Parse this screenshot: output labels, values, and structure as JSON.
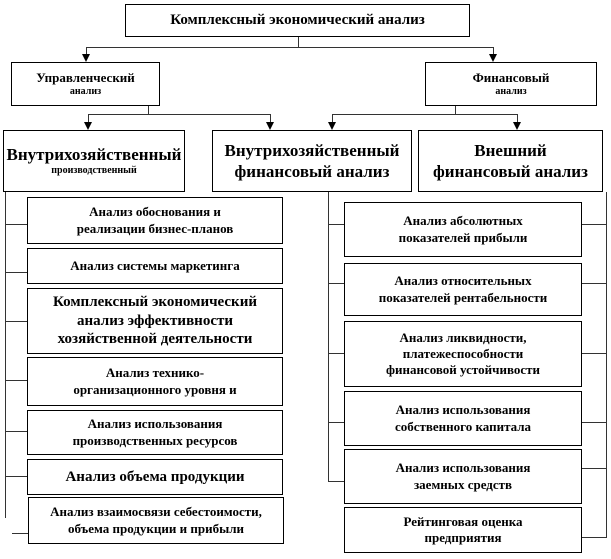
{
  "root": "Комплексный экономический анализ",
  "level1": [
    {
      "line1": "Управленческий",
      "line2": "анализ"
    },
    {
      "line1": "Финансовый",
      "line2": "анализ"
    }
  ],
  "level2": [
    {
      "line1": "Внутрихозяйственный",
      "line2": "производственный"
    },
    {
      "line1": "Внутрихозяйственный",
      "line2": "финансовый анализ"
    },
    {
      "line1": "Внешний",
      "line2": "финансовый анализ"
    }
  ],
  "left_items": [
    [
      "Анализ обоснования и",
      "реализации бизнес-планов"
    ],
    [
      "Анализ системы маркетинга"
    ],
    [
      "Комплексный экономический",
      "анализ эффективности",
      "хозяйственной деятельности"
    ],
    [
      "Анализ технико-",
      "организационного уровня и"
    ],
    [
      "Анализ использования",
      "производственных ресурсов"
    ],
    [
      "Анализ объема продукции"
    ],
    [
      "Анализ взаимосвязи себестоимости,",
      "объема продукции и прибыли"
    ]
  ],
  "right_items": [
    [
      "Анализ абсолютных",
      "показателей прибыли"
    ],
    [
      "Анализ относительных",
      "показателей рентабельности"
    ],
    [
      "Анализ ликвидности,",
      "платежеспособности",
      "финансовой устойчивости"
    ],
    [
      "Анализ использования",
      "собственного капитала"
    ],
    [
      "Анализ использования",
      "заемных средств"
    ],
    [
      "Рейтинговая оценка",
      "предприятия"
    ]
  ]
}
